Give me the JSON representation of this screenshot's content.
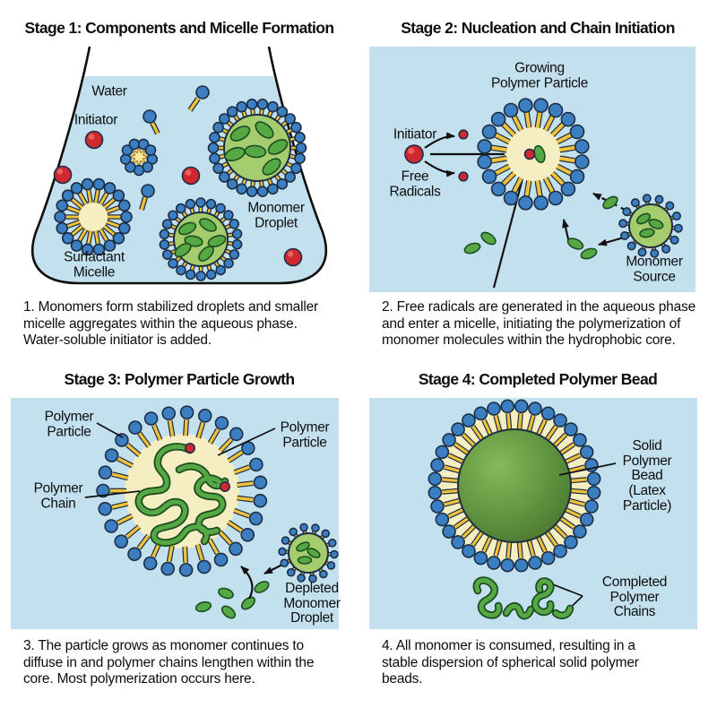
{
  "figure": {
    "panels": [
      {
        "title": "Stage 1: Components and Micelle Formation",
        "caption": "1. Monomers form stabilized droplets and smaller\nmicelle aggregates within the aqueous phase.\nWater-soluble initiator is added.",
        "labels": {
          "water": "Water",
          "initiator": "Initiator",
          "monomer_droplet": "Monomer\nDroplet",
          "surfactant_micelle": "Surfactant\nMicelle"
        }
      },
      {
        "title": "Stage 2: Nucleation and Chain Initiation",
        "caption": "2. Free radicals are generated in the aqueous phase\nand enter a micelle, initiating the polymerization of\nmonomer molecules within the hydrophobic core.",
        "labels": {
          "growing_polymer_particle": "Growing\nPolymer Particle",
          "initiator": "Initiator",
          "free_radicals": "Free\nRadicals",
          "monomer_source": "Monomer\nSource"
        }
      },
      {
        "title": "Stage 3: Polymer Particle Growth",
        "caption": "3. The particle grows as monomer continues to\ndiffuse in and polymer chains lengthen within the\ncore. Most polymerization occurs here.",
        "labels": {
          "polymer_particle_left": "Polymer\nParticle",
          "polymer_particle_right": "Polymer\nParticle",
          "polymer_chain": "Polymer\nChain",
          "depleted_monomer_droplet": "Depleted\nMonomer\nDroplet"
        }
      },
      {
        "title": "Stage 4: Completed Polymer Bead",
        "caption": "4. All monomer is consumed, resulting in a\nstable dispersion of spherical solid polymer\nbeads.",
        "labels": {
          "solid_polymer_bead": "Solid\nPolymer\nBead\n(Latex\nParticle)",
          "completed_polymer_chains": "Completed\nPolymer Chains"
        }
      }
    ],
    "colors": {
      "water": "#c3e0ef",
      "head_blue": "#3b7fc2",
      "tail_yellow": "#efc23a",
      "core_cream": "#f6eec3",
      "monomer_green": "#a5cc6d",
      "oval_green": "#56a845",
      "chain_green": "#56a845",
      "chain_dark": "#1c4e22",
      "initiator_red": "#cf2830",
      "outline": "#1d2d44",
      "bead_light": "#85b95c",
      "bead_mid": "#61953f",
      "bead_dark": "#47732e"
    }
  }
}
